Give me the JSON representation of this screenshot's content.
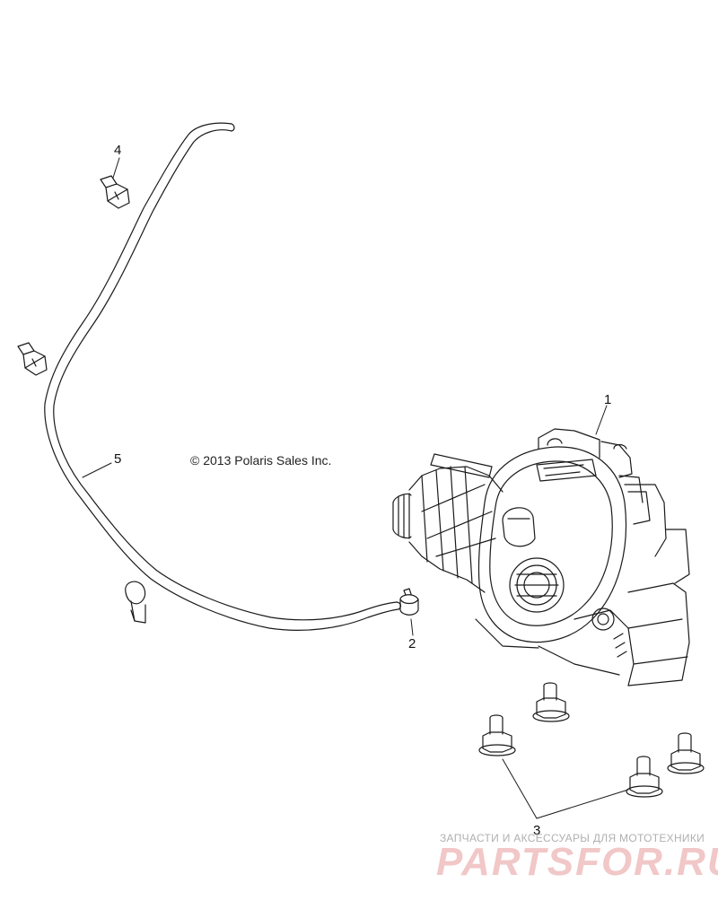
{
  "copyright": "© 2013 Polaris Sales Inc.",
  "callouts": {
    "c1": "1",
    "c2": "2",
    "c3": "3",
    "c4": "4",
    "c5": "5"
  },
  "watermark": {
    "tagline": "ЗАПЧАСТИ И АКСЕССУАРЫ ДЛЯ МОТОТЕХНИКИ",
    "brand": "PARTSFOR.RU"
  },
  "colors": {
    "line": "#1a1a1a",
    "watermark_text": "#f1c7c7"
  }
}
